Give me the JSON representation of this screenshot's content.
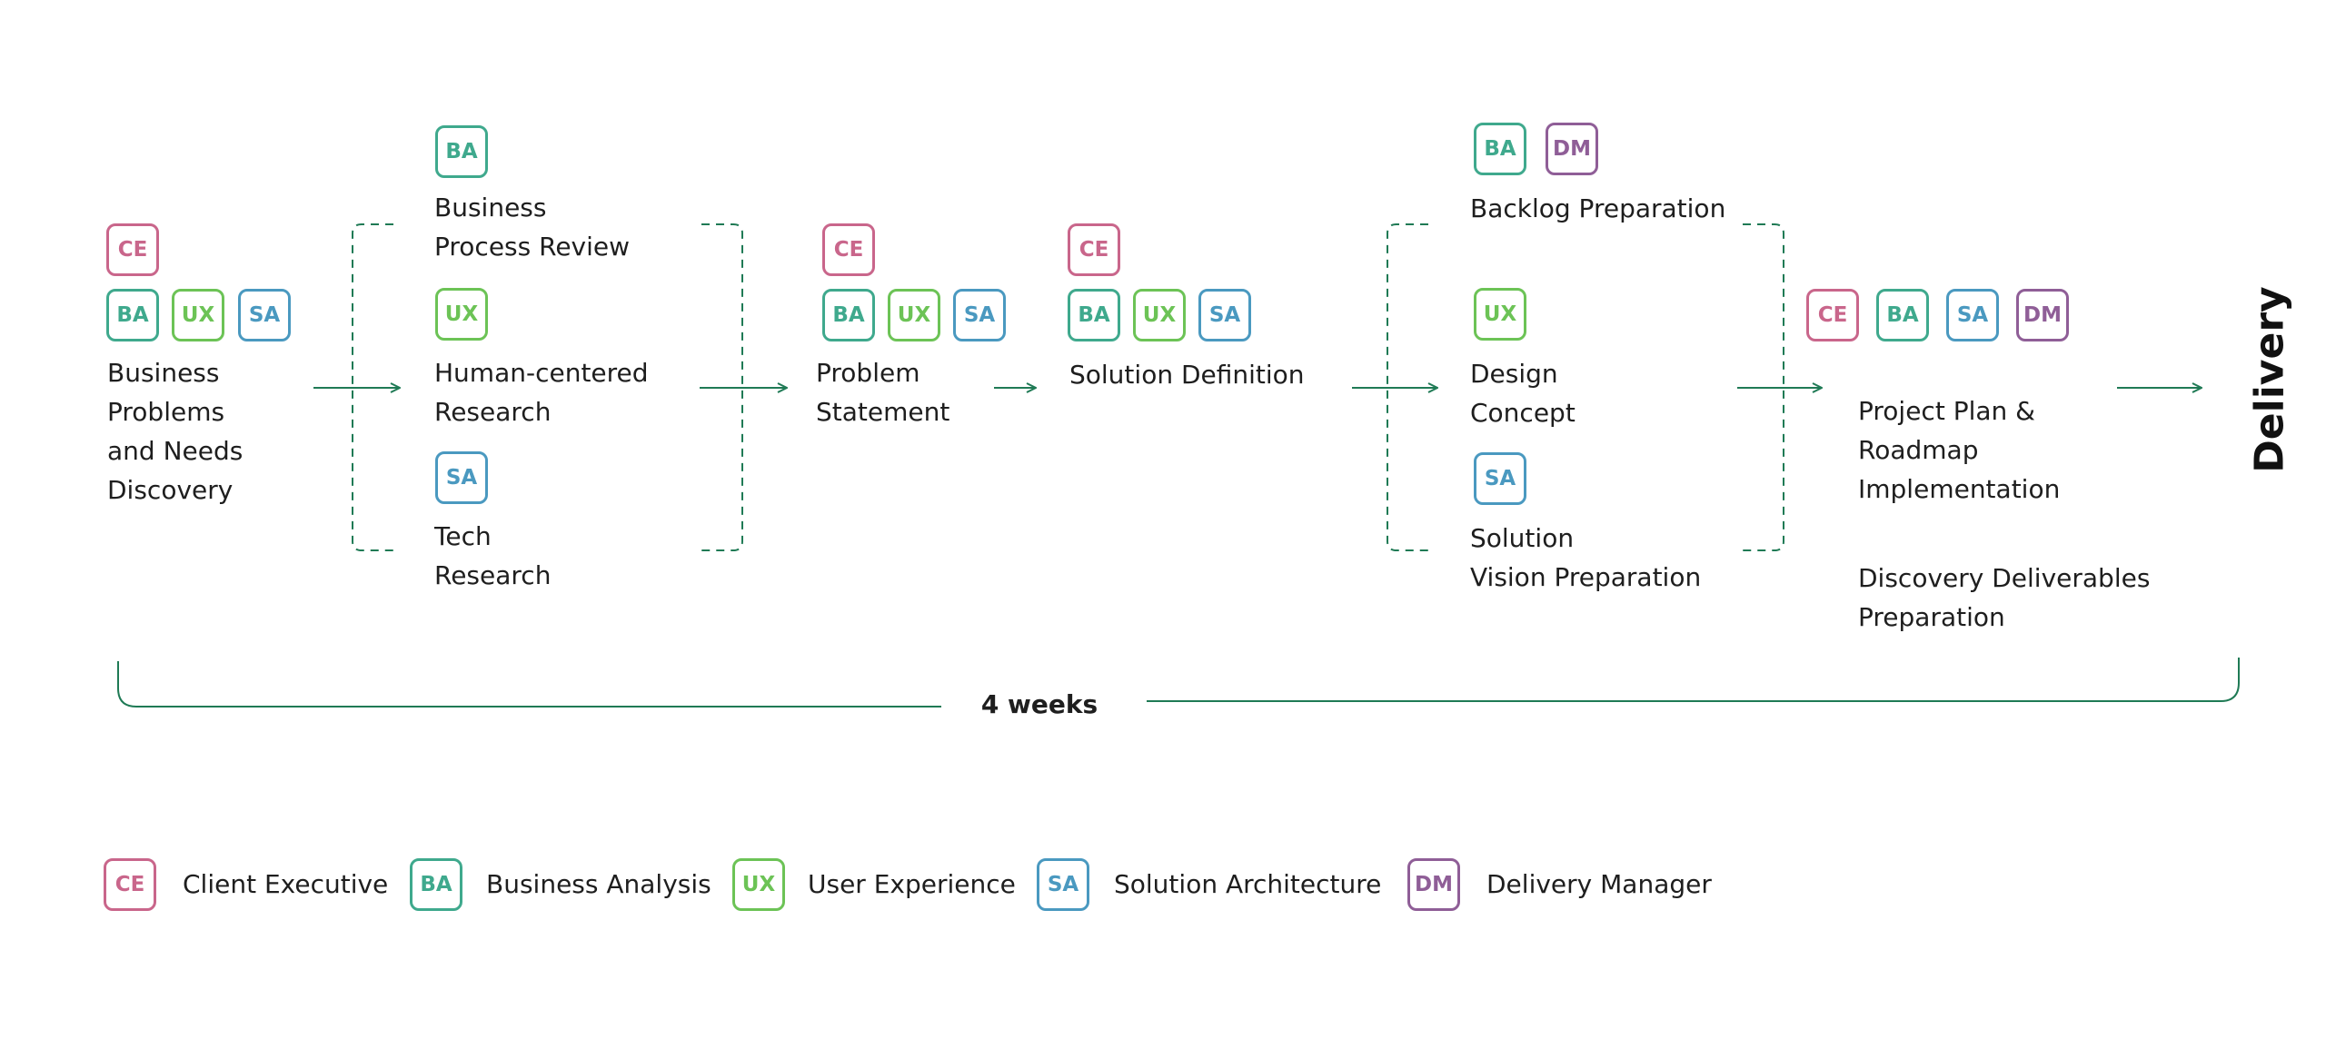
{
  "roles": {
    "ce": "CE",
    "ba": "BA",
    "ux": "UX",
    "sa": "SA",
    "dm": "DM"
  },
  "colors": {
    "ce": "#c9668b",
    "ba": "#3fa98d",
    "ux": "#6cc356",
    "sa": "#4a99c0",
    "dm": "#8f5e97",
    "connector": "#1f7a55"
  },
  "steps": {
    "discovery": [
      "Business",
      "Problems",
      "and Needs",
      "Discovery"
    ],
    "process_review": [
      "Business",
      "Process Review"
    ],
    "human_research": [
      "Human-centered",
      "Research"
    ],
    "tech_research": [
      "Tech",
      "Research"
    ],
    "problem_statement": [
      "Problem",
      "Statement"
    ],
    "solution_definition": [
      "Solution Definition"
    ],
    "backlog": [
      "Backlog Preparation"
    ],
    "design_concept": [
      "Design",
      "Concept"
    ],
    "solution_vision": [
      "Solution",
      "Vision Preparation"
    ],
    "project_plan": [
      "Project Plan &",
      "Roadmap",
      "Implementation"
    ],
    "deliverables": [
      "Discovery Deliverables",
      "Preparation"
    ]
  },
  "duration": "4 weeks",
  "end_label": "Delivery",
  "legend": {
    "ce": "Client Executive",
    "ba": "Business Analysis",
    "ux": "User Experience",
    "sa": "Solution Architecture",
    "dm": "Delivery Manager"
  }
}
